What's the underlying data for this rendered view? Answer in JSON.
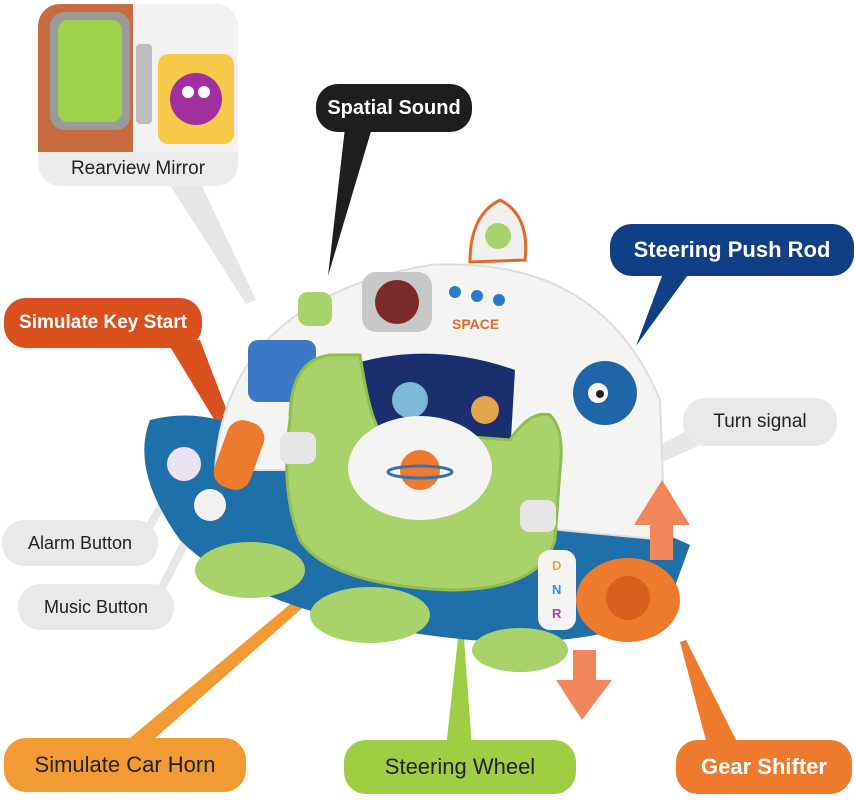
{
  "labels": {
    "rearview_mirror": "Rearview Mirror",
    "spatial_sound": "Spatial Sound",
    "steering_push_rod": "Steering Push Rod",
    "simulate_key_start": "Simulate Key Start",
    "turn_signal": "Turn signal",
    "alarm_button": "Alarm Button",
    "music_button": "Music Button",
    "simulate_car_horn": "Simulate Car Horn",
    "steering_wheel": "Steering Wheel",
    "gear_shifter": "Gear Shifter"
  },
  "toy": {
    "dashboard_text": "SPACE",
    "gear_letters": [
      "D",
      "N",
      "R"
    ]
  },
  "colors": {
    "light_gray": "#e9e9e9",
    "black": "#1e1e1e",
    "navy": "#103f86",
    "orange_red": "#d9501e",
    "orange": "#f29a33",
    "lime": "#9fce45",
    "gear_orange": "#ee7a2d",
    "toy_blue": "#1f6fa8",
    "toy_green": "#a9d36a",
    "toy_white": "#f4f4f2"
  }
}
